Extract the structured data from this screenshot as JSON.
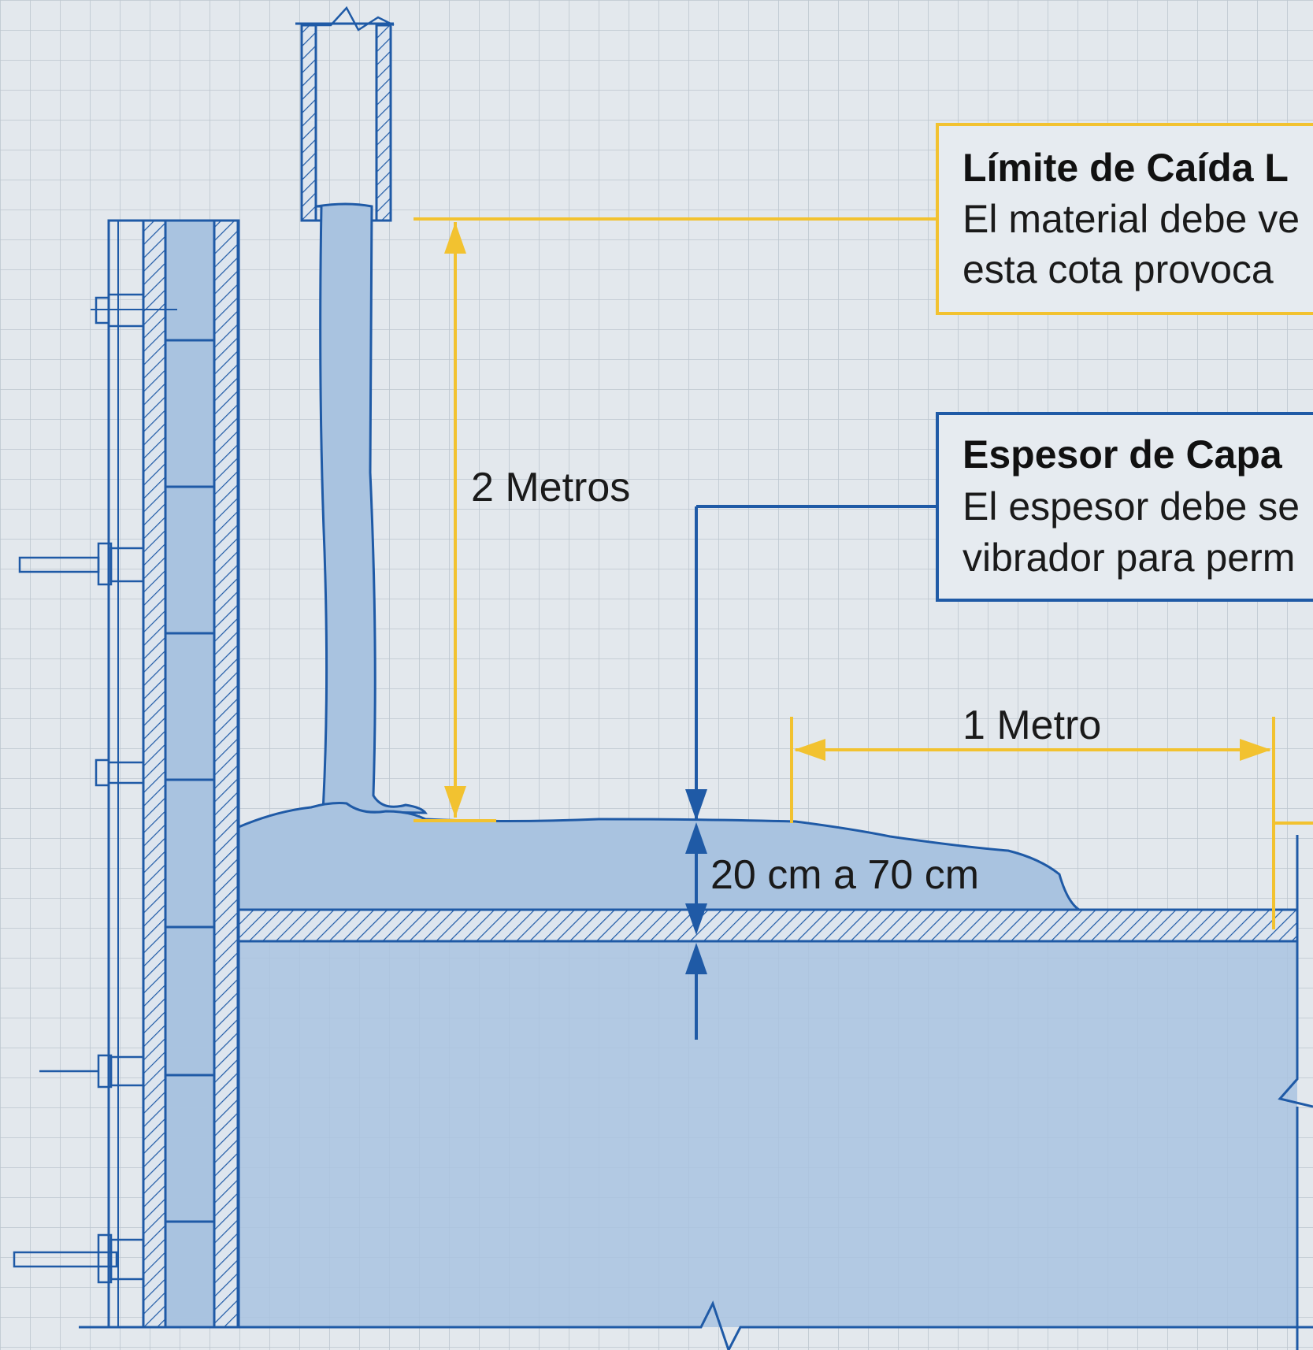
{
  "colors": {
    "paper": "#e3e8ed",
    "grid": "#bdc6cf",
    "line": "#1f5aa6",
    "fill": "#a9c3e0",
    "accent": "#f2c230",
    "text": "#1a1a1a"
  },
  "callouts": {
    "drop_limit": {
      "title": "Límite de Caída L",
      "lines": [
        "El material debe ve",
        "esta cota provoca"
      ]
    },
    "layer_thickness": {
      "title": "Espesor de Capa",
      "lines": [
        "El espesor debe se",
        "vibrador para perm"
      ]
    }
  },
  "dimensions": {
    "drop_height": "2 Metros",
    "spread_length": "1 Metro",
    "layer_range": "20 cm a 70 cm"
  }
}
